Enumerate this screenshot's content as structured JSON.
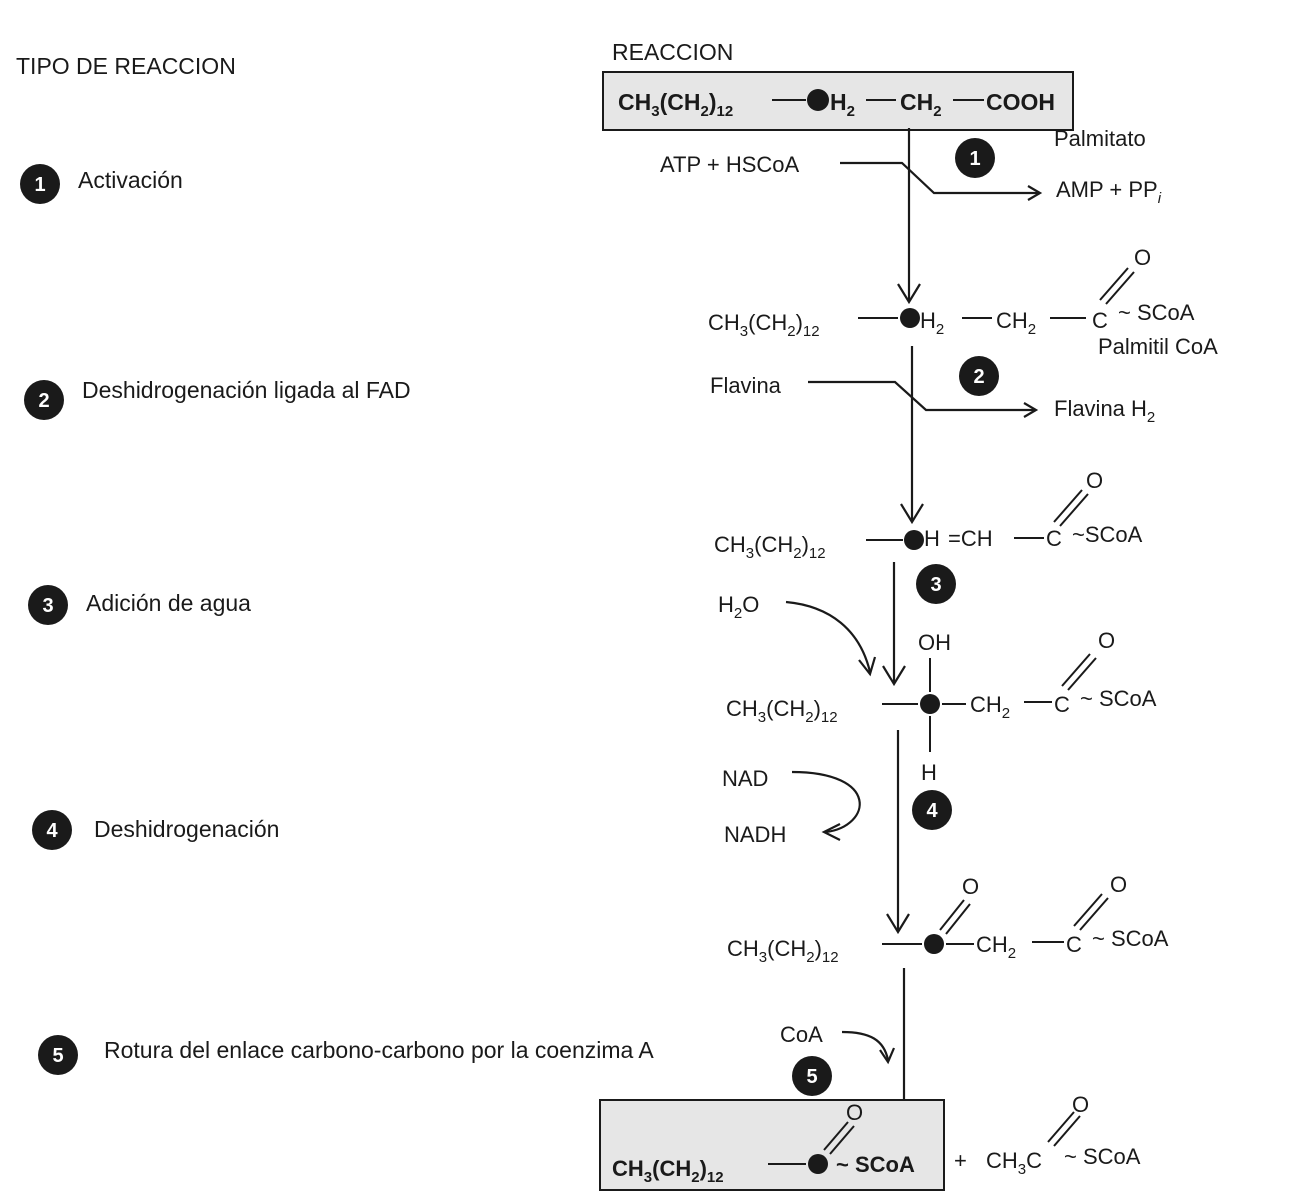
{
  "headers": {
    "reaction_type": "TIPO DE REACCION",
    "reaction": "REACCION"
  },
  "steps": [
    {
      "n": "1",
      "label": "Activación"
    },
    {
      "n": "2",
      "label": "Deshidrogenación ligada al FAD"
    },
    {
      "n": "3",
      "label": "Adición de agua"
    },
    {
      "n": "4",
      "label": "Deshidrogenación"
    },
    {
      "n": "5",
      "label": "Rotura del enlace carbono-carbono por la coenzima A"
    }
  ],
  "step_badges": [
    "1",
    "2",
    "3",
    "4",
    "5"
  ],
  "chain": {
    "base": "CH",
    "sub3": "3",
    "paren_open": "(CH",
    "sub2": "2",
    "paren_close": ")",
    "sub12": "12"
  },
  "m0": {
    "h": "H",
    "h_sub": "2",
    "ch2": "CH",
    "ch2_sub": "2",
    "cooh": "COOH",
    "name": "Palmitato"
  },
  "r1": {
    "in": "ATP + HSCoA",
    "out": "AMP + PP",
    "out_sub": "i"
  },
  "m1": {
    "h": "H",
    "h_sub": "2",
    "ch2": "CH",
    "ch2_sub": "2",
    "c": "C",
    "o": "O",
    "scoa": "~ SCoA",
    "name": "Palmitil CoA"
  },
  "r2": {
    "in": "Flavina",
    "out": "Flavina H",
    "out_sub": "2"
  },
  "m2": {
    "h": "H",
    "ch": "=CH",
    "c": "C",
    "o": "O",
    "scoa": "~SCoA"
  },
  "r3": {
    "in": "H",
    "in_sub": "2",
    "in_tail": "O"
  },
  "m3": {
    "oh": "OH",
    "h": "H",
    "ch2": "CH",
    "ch2_sub": "2",
    "c": "C",
    "o": "O",
    "scoa": "~ SCoA"
  },
  "r4": {
    "in": "NAD",
    "out": "NADH"
  },
  "m4": {
    "o1": "O",
    "ch2": "CH",
    "ch2_sub": "2",
    "c": "C",
    "o2": "O",
    "scoa": "~ SCoA"
  },
  "r5": {
    "in": "CoA"
  },
  "m5": {
    "o": "O",
    "scoa": "~ SCoA",
    "plus": "+",
    "acetyl": "CH",
    "acetyl_sub": "3",
    "acetyl_c": "C",
    "acetyl_o": "O",
    "acetyl_scoa": "~ SCoA"
  },
  "colors": {
    "ink": "#1a1a1a",
    "box_fill": "#e6e6e6",
    "badge": "#1a1a1a"
  }
}
